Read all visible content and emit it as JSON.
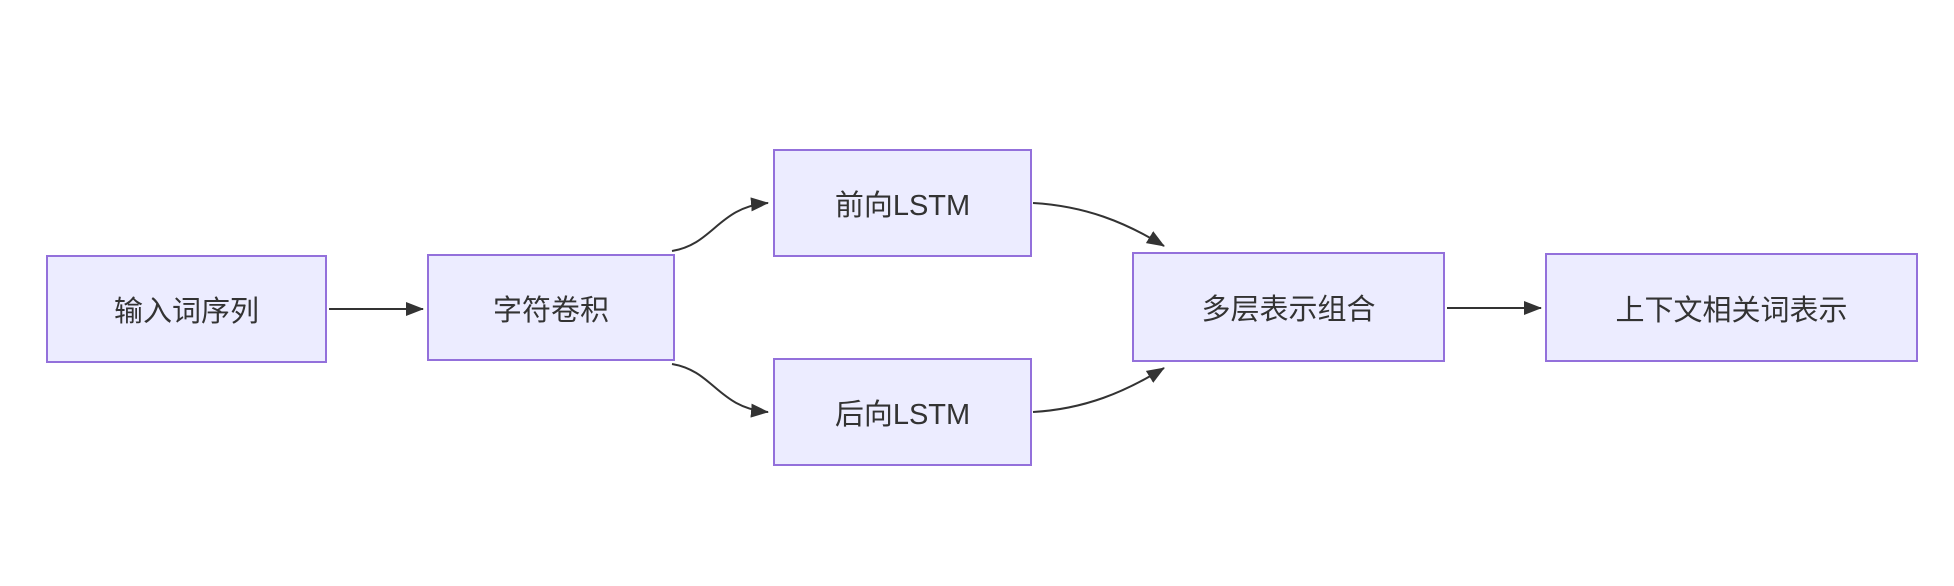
{
  "diagram": {
    "type": "flowchart",
    "direction": "left-to-right",
    "nodes": [
      {
        "id": "input",
        "label": "输入词序列"
      },
      {
        "id": "charconv",
        "label": "字符卷积"
      },
      {
        "id": "forward_lstm",
        "label": "前向LSTM"
      },
      {
        "id": "backward_lstm",
        "label": "后向LSTM"
      },
      {
        "id": "combine",
        "label": "多层表示组合"
      },
      {
        "id": "context_repr",
        "label": "上下文相关词表示"
      }
    ],
    "edges": [
      {
        "from": "input",
        "to": "charconv"
      },
      {
        "from": "charconv",
        "to": "forward_lstm"
      },
      {
        "from": "charconv",
        "to": "backward_lstm"
      },
      {
        "from": "forward_lstm",
        "to": "combine"
      },
      {
        "from": "backward_lstm",
        "to": "combine"
      },
      {
        "from": "combine",
        "to": "context_repr"
      }
    ],
    "colors": {
      "node_fill": "#ECECFF",
      "node_border": "#9370DB",
      "edge": "#333333",
      "text": "#333333",
      "background": "#FFFFFF"
    }
  }
}
